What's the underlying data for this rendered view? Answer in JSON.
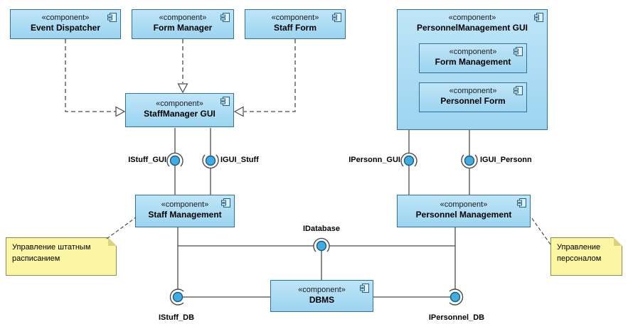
{
  "stereotype": "«component»",
  "components": {
    "event_dispatcher": {
      "name": "Event Dispatcher"
    },
    "form_manager": {
      "name": "Form Manager"
    },
    "staff_form": {
      "name": "Staff Form"
    },
    "personnel_management_gui": {
      "name": "PersonnelManagement GUI"
    },
    "form_management": {
      "name": "Form Management"
    },
    "personnel_form": {
      "name": "Personnel Form"
    },
    "staff_manager_gui": {
      "name": "StaffManager GUI"
    },
    "staff_management": {
      "name": "Staff Management"
    },
    "personnel_management": {
      "name": "Personnel Management"
    },
    "dbms": {
      "name": "DBMS"
    }
  },
  "interfaces": {
    "istuff_gui": "IStuff_GUI",
    "igui_stuff": "IGUI_Stuff",
    "ipersonn_gui": "IPersonn_GUI",
    "igui_personn": "IGUI_Personn",
    "idatabase": "IDatabase",
    "istuff_db": "IStuff_DB",
    "ipersonnel_db": "IPersonnel_DB"
  },
  "notes": {
    "staff_note": "Управление штатным расписанием",
    "personnel_note": "Управление персоналом"
  },
  "colors": {
    "component_fill": "#A5DAF4",
    "component_border": "#2E7296",
    "connector": "#4A4A4A",
    "interface_ball": "#41ACE1",
    "note_fill": "#FBF6A3",
    "note_border": "#8C8C50"
  }
}
